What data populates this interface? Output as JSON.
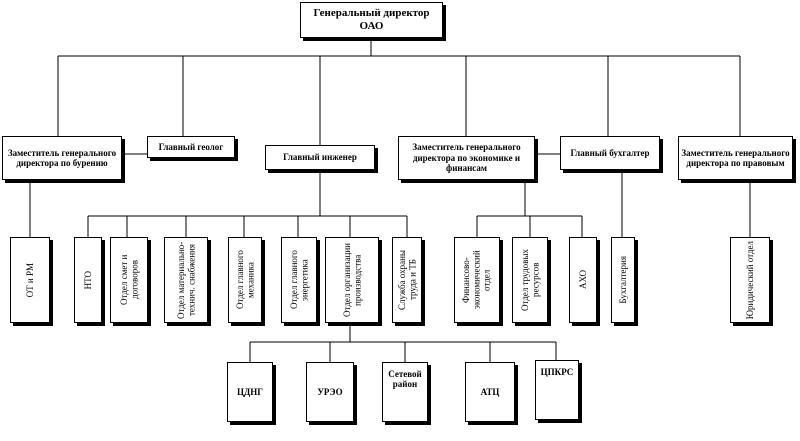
{
  "director": {
    "line1": "Генеральный директор",
    "line2": "ОАО"
  },
  "level2": {
    "deputy_drilling": "Заместитель генерального директора по бурению",
    "chief_geologist": "Главный геолог",
    "chief_engineer": "Главный инженер",
    "deputy_economics": "Заместитель генерального директора по экономике и финансам",
    "chief_accountant": "Главный бухгалтер",
    "deputy_legal": "Заместитель генерального директора по правовым"
  },
  "level3": {
    "ot_rm": "ОТ и РМ",
    "nto": "НТО",
    "contracts": "Отдел смет и договоров",
    "supply": "Отдел материально-технич. снабжения",
    "chief_mechanic": "Отдел главного механика",
    "chief_energy": "Отдел главного энергетика",
    "production": "Отдел организации производства",
    "safety": "Служба охраны труда и ТБ",
    "finance": "Финансово-экономический отдел",
    "hr": "Отдел трудовых ресурсов",
    "aho": "АХО",
    "accounting": "Бухгалтерия",
    "legal": "Юридический отдел"
  },
  "level4": {
    "tsdng": "ЦДНГ",
    "ureo": "УРЭО",
    "network": "Сетевой район",
    "atc": "АТЦ",
    "tskrs": "ЦПКРС"
  }
}
